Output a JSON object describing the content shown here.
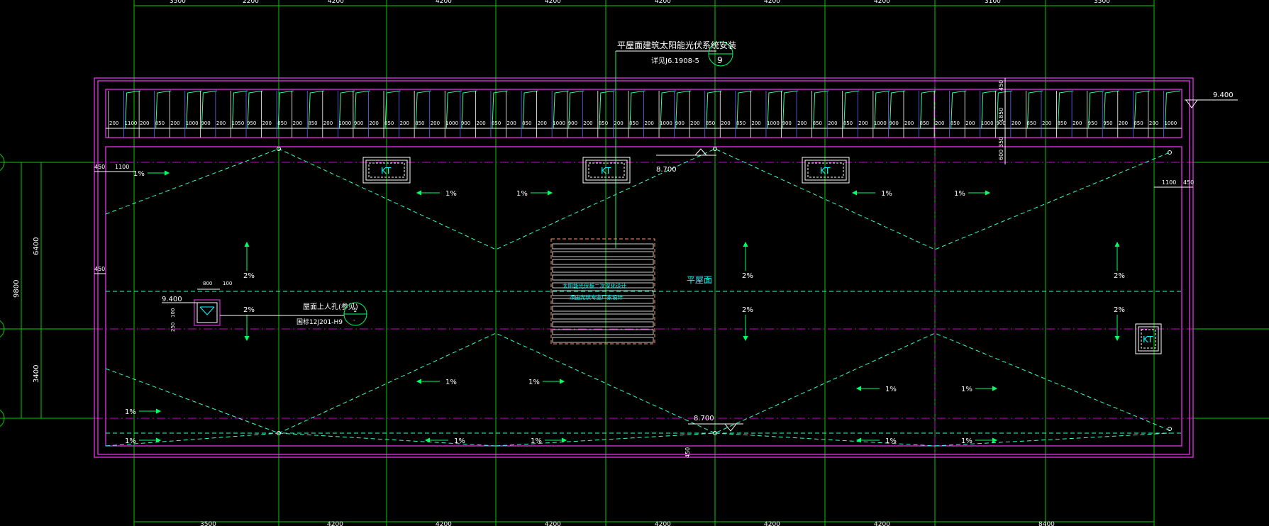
{
  "drawing": {
    "top_dims": [
      "3500",
      "2200",
      "4200",
      "4200",
      "4200",
      "4200",
      "4200",
      "4200",
      "3100",
      "3500"
    ],
    "bottom_dims": [
      "3500",
      "4200",
      "4200",
      "4200",
      "4200",
      "4200",
      "4200",
      "8400"
    ],
    "left_dims": {
      "overall": "9800",
      "upper": "6400",
      "lower": "3400"
    },
    "solar_note": {
      "title": "平屋面建筑太阳能光伏系统安装",
      "ref": "详见J6.1908-5",
      "bubble": "9"
    },
    "parapet_elev": "9.400",
    "panel_dims": [
      "200",
      "1100",
      "200",
      "850",
      "200",
      "1000",
      "900",
      "200",
      "1050",
      "950",
      "200",
      "850",
      "200",
      "850",
      "200",
      "1000",
      "900",
      "200",
      "850",
      "200",
      "850",
      "200",
      "1000",
      "900",
      "200",
      "850",
      "200",
      "850",
      "200",
      "1000",
      "900",
      "200",
      "850",
      "200",
      "850",
      "200",
      "1000",
      "900",
      "200",
      "850",
      "200",
      "850",
      "200",
      "1000",
      "900",
      "200",
      "850",
      "200",
      "850",
      "200",
      "1000",
      "900",
      "200",
      "850",
      "200",
      "850",
      "200",
      "1000",
      "900",
      "200",
      "850",
      "200",
      "850",
      "200",
      "950",
      "950",
      "200",
      "850",
      "200",
      "1000"
    ],
    "side_dims": {
      "top_450": "450",
      "1850": "1850",
      "350": "350",
      "600": "600",
      "left_450a": "450",
      "left_1100": "1100",
      "left_450b": "450",
      "right_1100": "1100",
      "right_450": "450",
      "bottom_450": "450"
    },
    "kt_label": "KT",
    "slopes": {
      "one": "1%",
      "two": "2%"
    },
    "elev_low": "8.700",
    "flat_roof": "平屋面",
    "equipment_note": [
      "太阳能光伏板二次深化设计",
      "须由光伏专业厂家设计"
    ],
    "hatch": {
      "elev": "9.400",
      "dims": [
        "800",
        "100",
        "100",
        "250"
      ],
      "label": "屋面上人孔(参见)",
      "ref": "国标12J201-H9",
      "bubble_top": "1",
      "bubble_bottom": "-"
    }
  },
  "colors": {
    "background": "#000000",
    "axis": "#00cc00",
    "grid": "#cc00cc",
    "outline": "#ff00ff",
    "slope": "#00ffcc",
    "text": "#ffffff",
    "cyan": "#00ffff",
    "hatch": "#ff9966"
  }
}
